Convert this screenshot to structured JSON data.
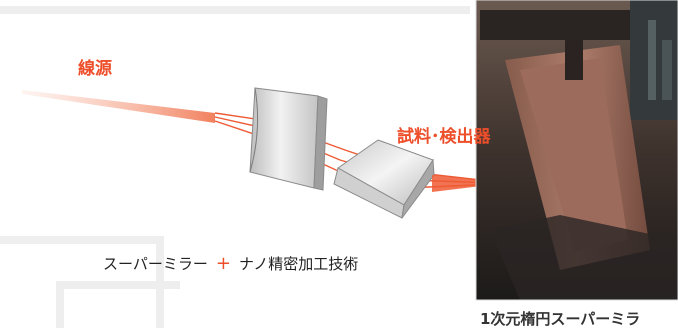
{
  "labels": {
    "source": "線源",
    "sample_detector": "試料･検出器",
    "caption_part1": "スーパーミラー",
    "caption_plus": "+",
    "caption_part2": "ナノ精密加工技術",
    "photo_caption": "1次元楕円スーパーミラ"
  },
  "colors": {
    "accent": "#ee4f2b",
    "beam": "#f07a55",
    "text": "#222222",
    "mirror_face": "#d9d9d9",
    "mirror_edge": "#8a8a8a"
  }
}
